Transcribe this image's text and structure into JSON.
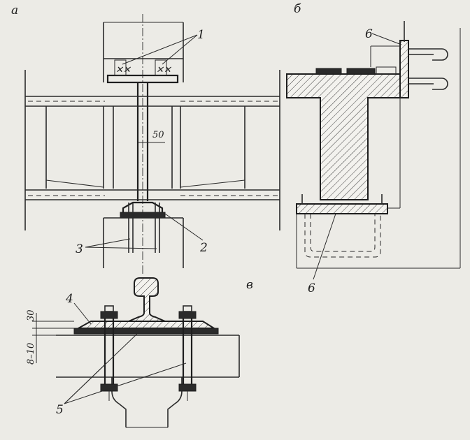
{
  "panels": {
    "a": "а",
    "b": "б",
    "v": "в"
  },
  "labels": {
    "l1": "1",
    "l2": "2",
    "l3": "3",
    "l4": "4",
    "l5": "5",
    "l6_top": "6",
    "l6_bottom": "6"
  },
  "dimensions": {
    "gap": "50",
    "pad_thickness": "30",
    "plate_thickness": "8–10"
  }
}
